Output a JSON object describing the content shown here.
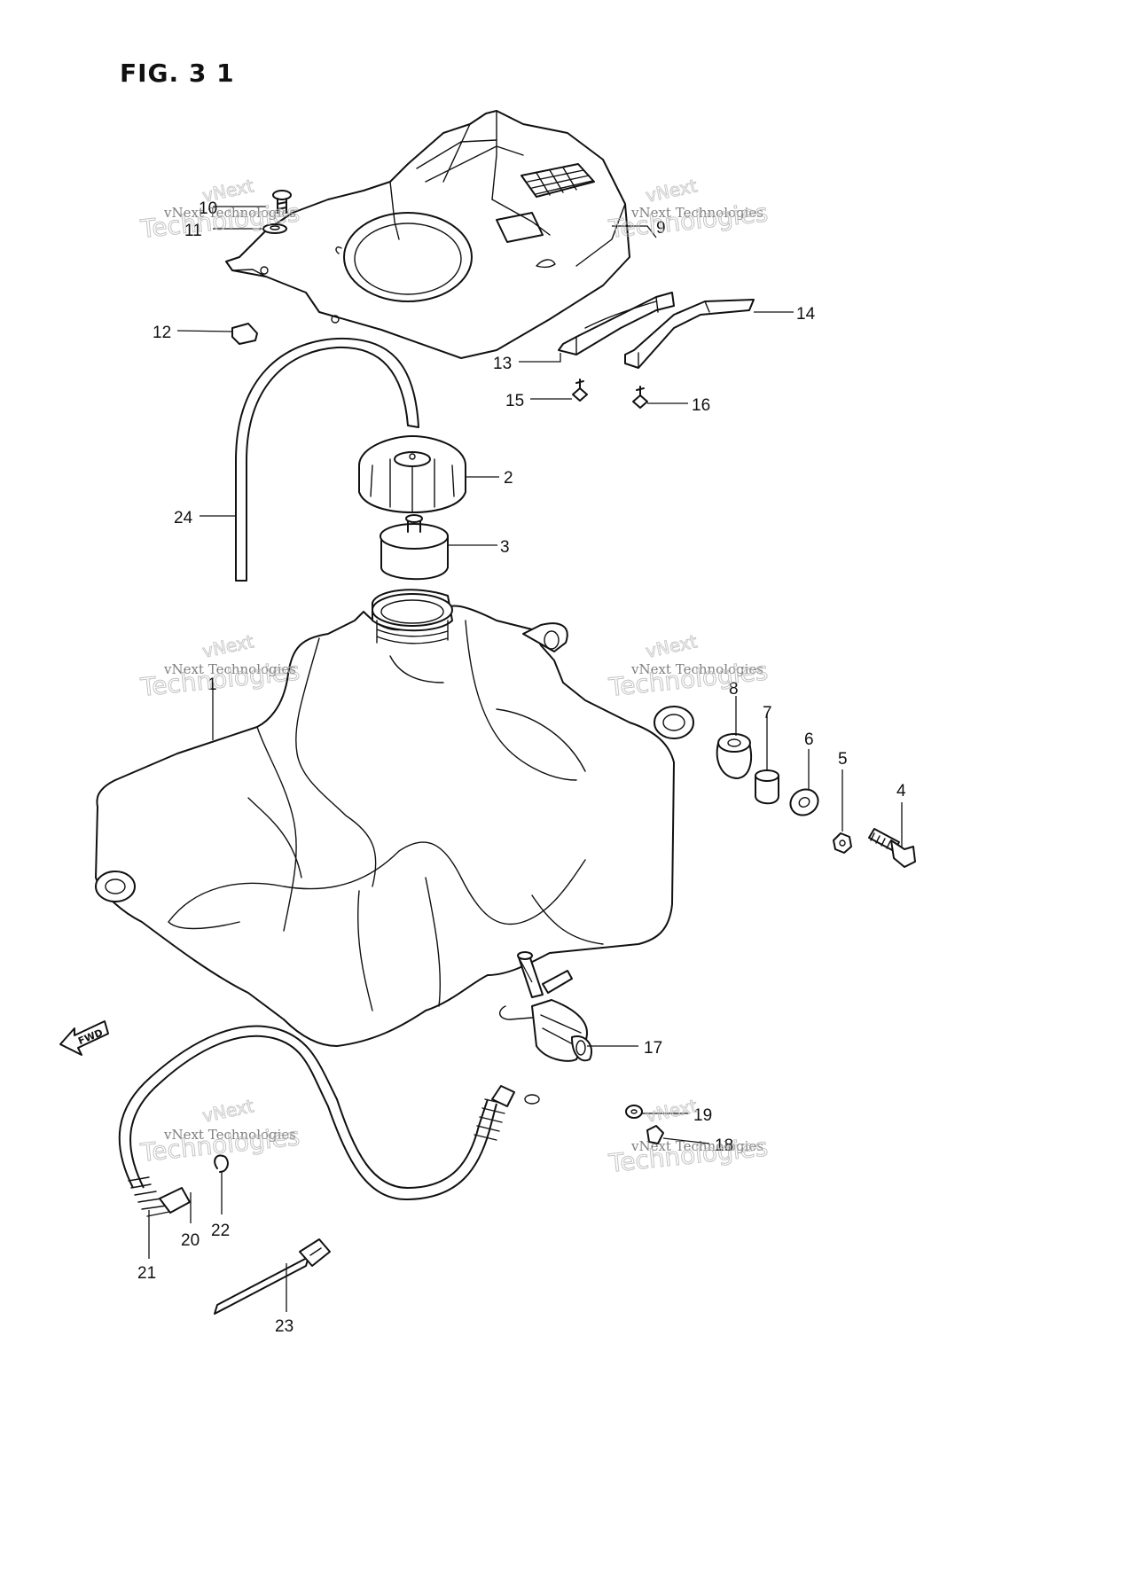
{
  "figure": {
    "title": "FIG. 3 1",
    "fwd_label": "FWD"
  },
  "watermark": {
    "line1": "vNext Technologies",
    "line2a": "vNext",
    "line2b": "Technologies"
  },
  "callouts": {
    "c1": "1",
    "c2": "2",
    "c3": "3",
    "c4": "4",
    "c5": "5",
    "c6": "6",
    "c7": "7",
    "c8": "8",
    "c9": "9",
    "c10": "10",
    "c11": "11",
    "c12": "12",
    "c13": "13",
    "c14": "14",
    "c15": "15",
    "c16": "16",
    "c17": "17",
    "c18": "18",
    "c19": "19",
    "c20": "20",
    "c21": "21",
    "c22": "22",
    "c23": "23",
    "c24": "24"
  }
}
